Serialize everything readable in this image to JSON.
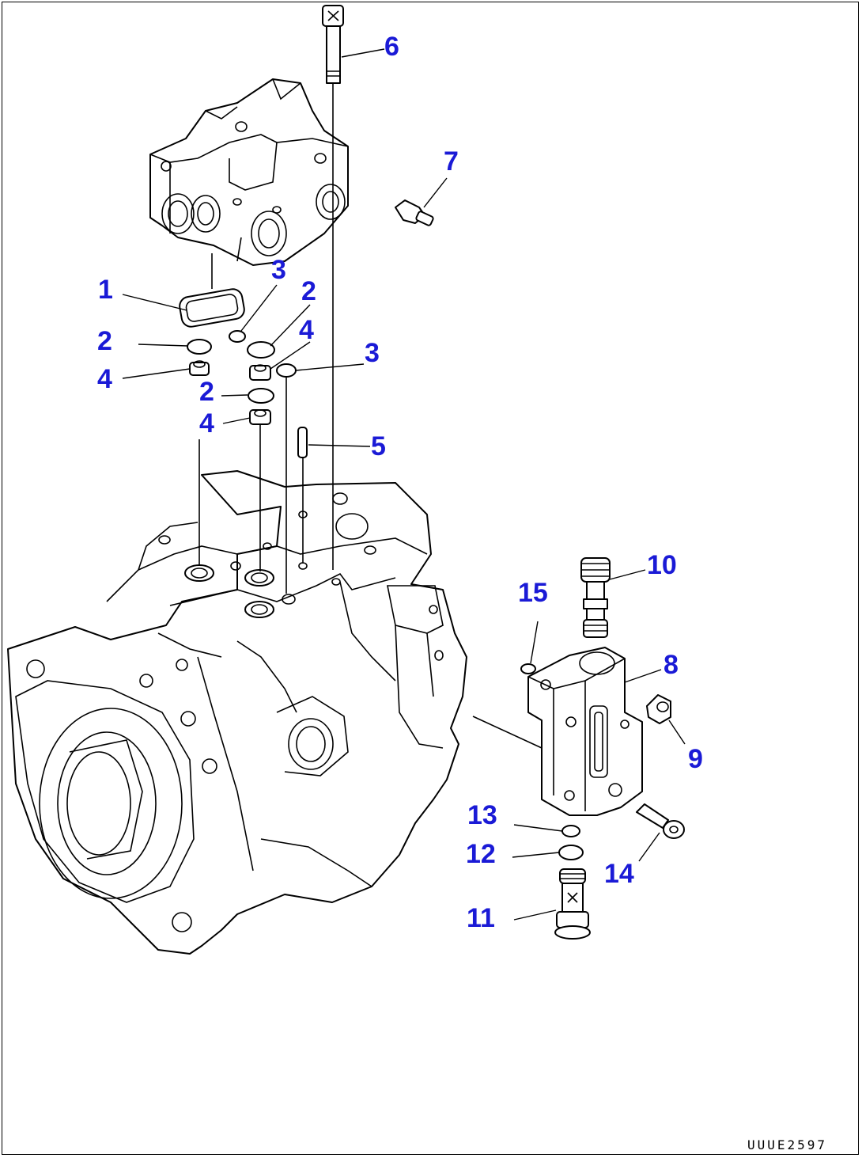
{
  "diagram": {
    "callouts": [
      {
        "id": "c1",
        "label": "1"
      },
      {
        "id": "c2a",
        "label": "2"
      },
      {
        "id": "c2b",
        "label": "2"
      },
      {
        "id": "c2c",
        "label": "2"
      },
      {
        "id": "c3a",
        "label": "3"
      },
      {
        "id": "c3b",
        "label": "3"
      },
      {
        "id": "c4a",
        "label": "4"
      },
      {
        "id": "c4b",
        "label": "4"
      },
      {
        "id": "c4c",
        "label": "4"
      },
      {
        "id": "c5",
        "label": "5"
      },
      {
        "id": "c6",
        "label": "6"
      },
      {
        "id": "c7",
        "label": "7"
      },
      {
        "id": "c8",
        "label": "8"
      },
      {
        "id": "c9",
        "label": "9"
      },
      {
        "id": "c10",
        "label": "10"
      },
      {
        "id": "c11",
        "label": "11"
      },
      {
        "id": "c12",
        "label": "12"
      },
      {
        "id": "c13",
        "label": "13"
      },
      {
        "id": "c14",
        "label": "14"
      },
      {
        "id": "c15",
        "label": "15"
      }
    ],
    "drawing_code": "UUUE2597",
    "colors": {
      "callout": "#1a1ad6",
      "line": "#000000",
      "background": "#ffffff"
    }
  }
}
